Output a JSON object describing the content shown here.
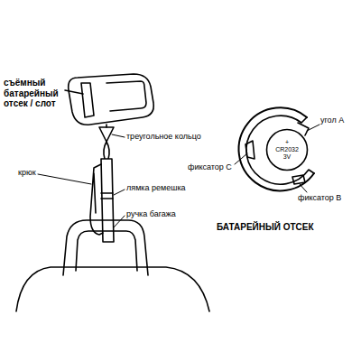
{
  "diagram": {
    "nodes": [
      {
        "text": [
          "+ CR2032 3V"
        ]
      }
    ],
    "labels": [
      "съёмный батарейный отсек / слот",
      "треугольное кольцо",
      "крюк",
      "лямка ремешка",
      "ручка багажа",
      "угол A",
      "фиксатор C",
      "фиксатор B",
      "БАТАРЕЙНЫЙ ОТСЕК"
    ]
  }
}
